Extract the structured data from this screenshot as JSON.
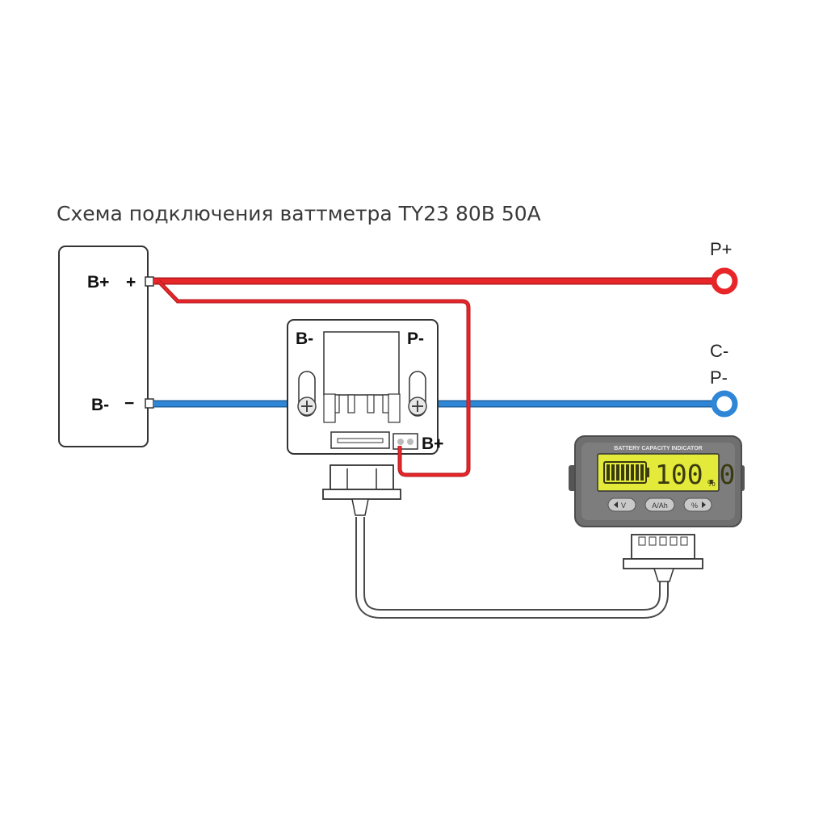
{
  "title": "Схема подключения ваттметра TY23 80В 50А",
  "colors": {
    "positive_wire": "#e8262a",
    "negative_wire": "#2f86d6",
    "signal_cable": "#4a4a4a",
    "lcd_background": "#e3ea3a",
    "device_body": "#6f6f70"
  },
  "battery": {
    "positive_label": "B+",
    "positive_sign": "+",
    "negative_label": "B-",
    "negative_sign": "−"
  },
  "shunt": {
    "left_label": "B-",
    "right_label": "P-",
    "bplus_label": "B+"
  },
  "outputs": {
    "positive": "P+",
    "negative_line1": "C-",
    "negative_line2": "P-"
  },
  "display": {
    "header": "BATTERY CAPACITY INDICATOR",
    "value": "100.0",
    "unit": "%",
    "battery_level_percent": 100,
    "buttons": [
      {
        "icon": "left-arrow",
        "label": "V"
      },
      {
        "label": "A/Ah"
      },
      {
        "label": "%",
        "icon": "right-arrow"
      }
    ]
  }
}
